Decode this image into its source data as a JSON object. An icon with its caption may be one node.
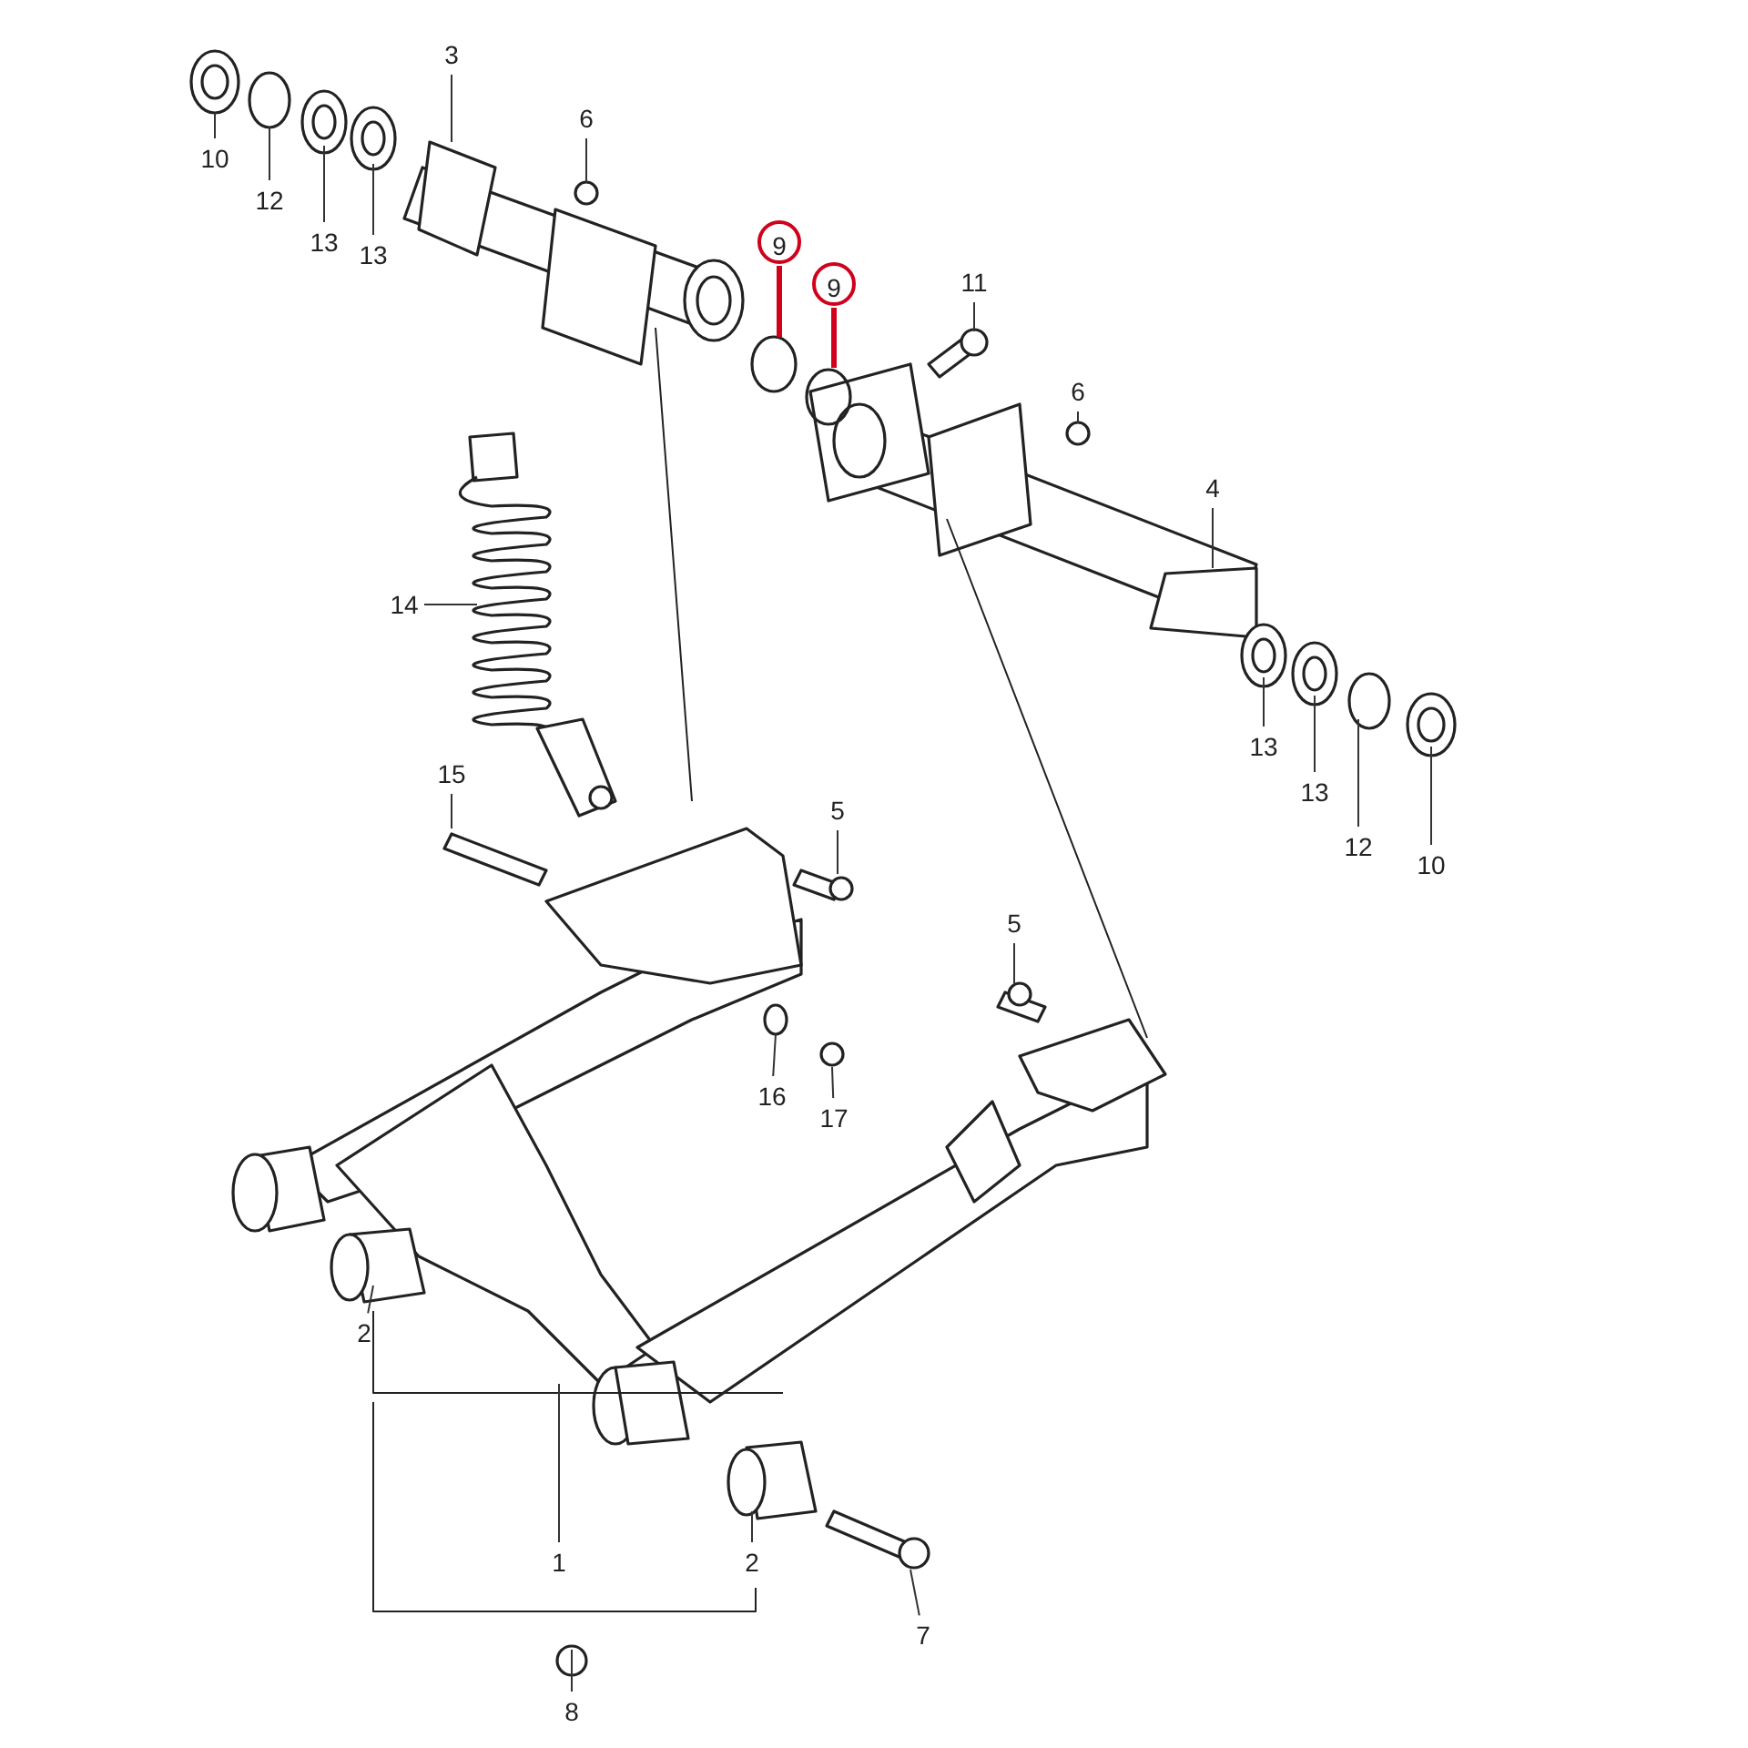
{
  "diagram": {
    "nodes": [
      {
        "text": [
          "3"
        ]
      },
      {
        "text": [
          "10"
        ]
      },
      {
        "text": [
          "6"
        ]
      },
      {
        "text": [
          "12"
        ]
      },
      {
        "text": [
          "9"
        ]
      },
      {
        "text": [
          "13"
        ]
      },
      {
        "text": [
          "13"
        ]
      },
      {
        "text": [
          "11"
        ]
      },
      {
        "text": [
          "9"
        ]
      },
      {
        "text": [
          "6"
        ]
      },
      {
        "text": [
          "4"
        ]
      },
      {
        "text": [
          "14"
        ]
      },
      {
        "text": [
          "13"
        ]
      },
      {
        "text": [
          "15"
        ]
      },
      {
        "text": [
          "13"
        ]
      },
      {
        "text": [
          "5"
        ]
      },
      {
        "text": [
          "12"
        ]
      },
      {
        "text": [
          "10"
        ]
      },
      {
        "text": [
          "5"
        ]
      },
      {
        "text": [
          "16"
        ]
      },
      {
        "text": [
          "17"
        ]
      },
      {
        "text": [
          "2"
        ]
      },
      {
        "text": [
          "1"
        ]
      },
      {
        "text": [
          "2"
        ]
      },
      {
        "text": [
          "7"
        ]
      },
      {
        "text": [
          "8"
        ]
      }
    ],
    "edges": [
      {
        "from": 0,
        "to": null,
        "arrow": "none"
      },
      {
        "from": 1,
        "to": null,
        "arrow": "none"
      },
      {
        "from": 2,
        "to": null,
        "arrow": "none"
      },
      {
        "from": 3,
        "to": null,
        "arrow": "none"
      },
      {
        "from": 4,
        "to": null,
        "arrow": "none",
        "style": "thick",
        "color": "#d0021b"
      },
      {
        "from": 5,
        "to": null,
        "arrow": "none"
      },
      {
        "from": 6,
        "to": null,
        "arrow": "none"
      },
      {
        "from": 7,
        "to": null,
        "arrow": "none"
      },
      {
        "from": 8,
        "to": null,
        "arrow": "none",
        "style": "thick",
        "color": "#d0021b"
      },
      {
        "from": 9,
        "to": null,
        "arrow": "none"
      },
      {
        "from": 10,
        "to": null,
        "arrow": "none"
      },
      {
        "from": 11,
        "to": null,
        "arrow": "none"
      },
      {
        "from": 12,
        "to": null,
        "arrow": "none"
      },
      {
        "from": 13,
        "to": null,
        "arrow": "none"
      },
      {
        "from": 14,
        "to": null,
        "arrow": "none"
      },
      {
        "from": 15,
        "to": null,
        "arrow": "none"
      },
      {
        "from": 16,
        "to": null,
        "arrow": "none"
      },
      {
        "from": 17,
        "to": null,
        "arrow": "none"
      },
      {
        "from": 18,
        "to": null,
        "arrow": "none"
      },
      {
        "from": 19,
        "to": null,
        "arrow": "none"
      },
      {
        "from": 20,
        "to": null,
        "arrow": "none"
      },
      {
        "from": 21,
        "to": null,
        "arrow": "none"
      },
      {
        "from": 22,
        "to": null,
        "arrow": "none"
      },
      {
        "from": 23,
        "to": null,
        "arrow": "none"
      },
      {
        "from": 24,
        "to": null,
        "arrow": "none"
      },
      {
        "from": 25,
        "to": null,
        "arrow": "none"
      }
    ]
  }
}
